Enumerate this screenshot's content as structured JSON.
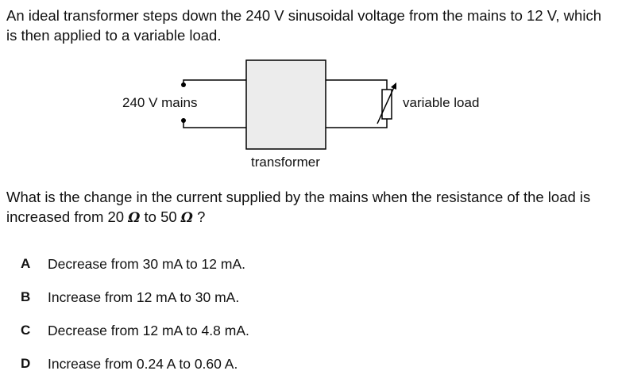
{
  "intro": "An ideal transformer steps down the 240 V sinusoidal voltage from the mains to 12 V, which is then applied to a variable load.",
  "diagram": {
    "mains_label": "240 V mains",
    "load_label": "variable load",
    "transformer_label": "transformer"
  },
  "question": {
    "part1": "What is the change in the current supplied by the mains when the resistance of the load is increased from 20 ",
    "unit1": "Ω",
    "part2": " to 50 ",
    "unit2": "Ω",
    "part3": " ?"
  },
  "options": [
    {
      "letter": "A",
      "text": "Decrease from 30 mA to 12 mA."
    },
    {
      "letter": "B",
      "text": "Increase from 12 mA to 30 mA."
    },
    {
      "letter": "C",
      "text": "Decrease from 12 mA to 4.8 mA."
    },
    {
      "letter": "D",
      "text": "Increase from 0.24 A to 0.60 A."
    }
  ]
}
